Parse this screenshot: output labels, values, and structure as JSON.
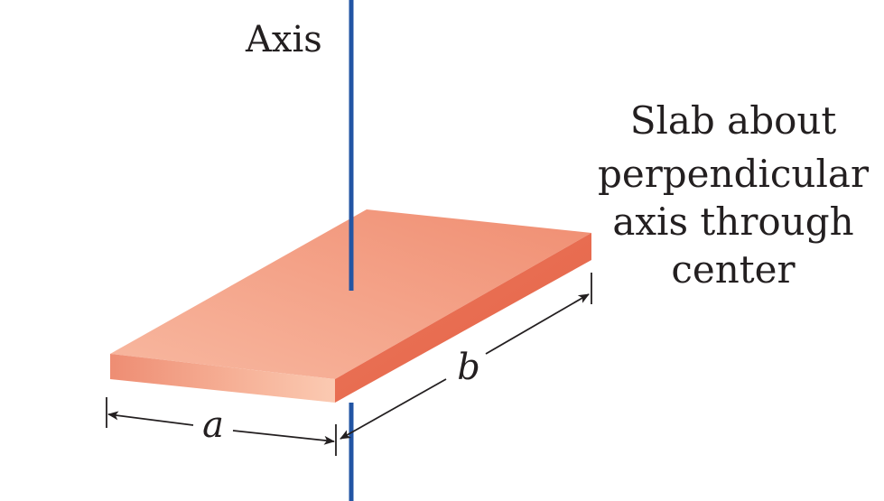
{
  "labels": {
    "axis": "Axis",
    "caption_lines": [
      "Slab about",
      "perpendicular",
      "axis through",
      "center"
    ],
    "dimension_a": "a",
    "dimension_b": "b"
  },
  "colors": {
    "axis_line": "#2255a4",
    "slab_top_light": "#f8b8a0",
    "slab_top_dark": "#f08e72",
    "slab_front_light": "#fbcab2",
    "slab_front_dark": "#ee8d73",
    "slab_side": "#e5684c",
    "dimension_lines": "#231f20"
  }
}
